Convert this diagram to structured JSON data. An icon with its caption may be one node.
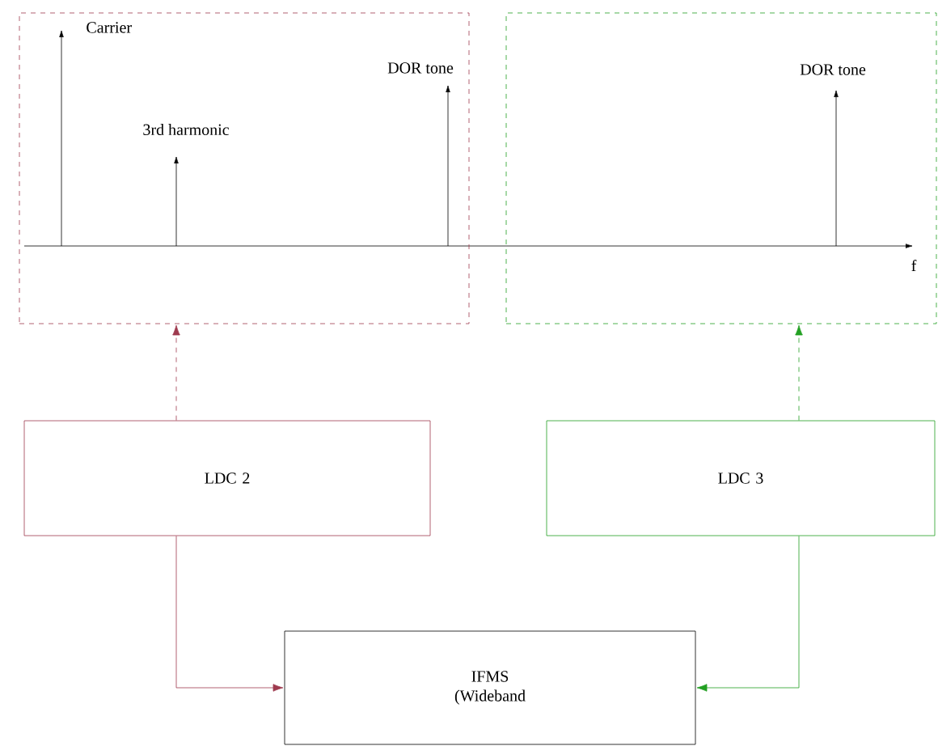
{
  "diagram": {
    "nodes": [
      {
        "text": [],
        "shape": "box"
      },
      {
        "text": [],
        "shape": "box"
      },
      {
        "text": [
          "LDC 2"
        ]
      },
      {
        "text": [
          "LDC 3"
        ]
      },
      {
        "text": [
          "IFMS (Wideband"
        ]
      }
    ],
    "edges": [
      {
        "from": 2,
        "to": 0,
        "arrow": "to",
        "style": "dashed",
        "color": "#9e3a4e"
      },
      {
        "from": 3,
        "to": 1,
        "arrow": "to",
        "style": "dashed",
        "color": "#22a022"
      },
      {
        "from": 2,
        "to": 4,
        "arrow": "to",
        "color": "#9e3a4e"
      },
      {
        "from": 3,
        "to": 4,
        "arrow": "to",
        "color": "#22a022"
      }
    ],
    "labels": [
      "Carrier",
      "3rd harmonic",
      "DOR tone",
      "DOR tone",
      "f"
    ]
  }
}
